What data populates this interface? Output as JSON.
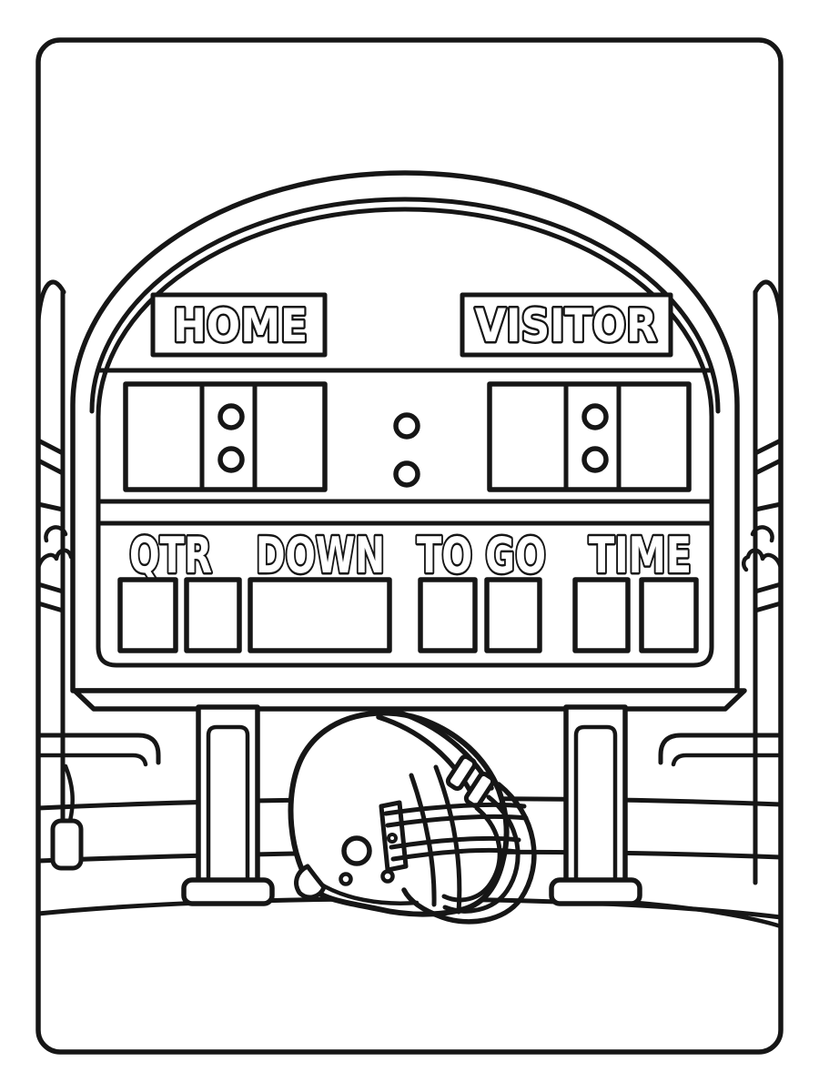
{
  "illustration": {
    "kind": "football-scoreboard-coloring-page",
    "colors": {
      "line": "#161616",
      "paper": "#ffffff"
    },
    "scoreboard": {
      "home_label": "HOME",
      "visitor_label": "VISITOR",
      "quarter_label": "QTR",
      "down_label": "DOWN",
      "to_go_label": "TO GO",
      "time_label": "TIME"
    }
  }
}
